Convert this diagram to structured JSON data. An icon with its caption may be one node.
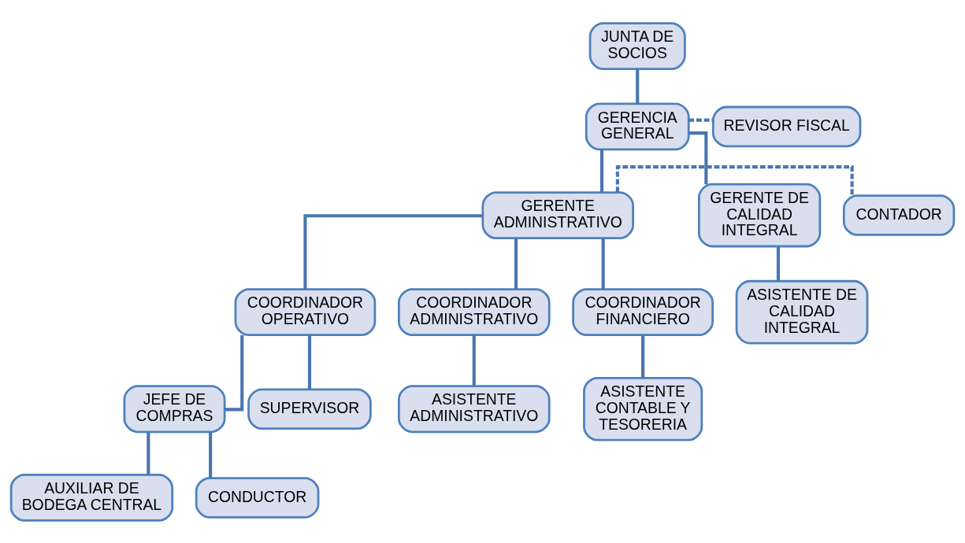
{
  "diagram": {
    "nodes": [
      {
        "text": [
          "JUNTA DE SOCIOS"
        ]
      },
      {
        "text": [
          "GERENCIA GENERAL"
        ]
      },
      {
        "text": [
          "REVISOR FISCAL"
        ]
      },
      {
        "text": [
          "GERENTE ADMINISTRATIVO"
        ]
      },
      {
        "text": [
          "GERENTE DE CALIDAD INTEGRAL"
        ]
      },
      {
        "text": [
          "CONTADOR"
        ]
      },
      {
        "text": [
          "COORDINADOR OPERATIVO"
        ]
      },
      {
        "text": [
          "COORDINADOR ADMINISTRATIVO"
        ]
      },
      {
        "text": [
          "COORDINADOR FINANCIERO"
        ]
      },
      {
        "text": [
          "ASISTENTE DE CALIDAD INTEGRAL"
        ]
      },
      {
        "text": [
          "JEFE DE COMPRAS"
        ]
      },
      {
        "text": [
          "SUPERVISOR"
        ]
      },
      {
        "text": [
          "ASISTENTE ADMINISTRATIVO"
        ]
      },
      {
        "text": [
          "ASISTENTE CONTABLE Y TESORERIA"
        ]
      },
      {
        "text": [
          "AUXILIAR DE BODEGA CENTRAL"
        ]
      },
      {
        "text": [
          "CONDUCTOR"
        ]
      }
    ],
    "edges": [
      {
        "from": 0,
        "to": 1,
        "arrow": "none"
      },
      {
        "from": 1,
        "to": 2,
        "arrow": "none",
        "style": "dashed"
      },
      {
        "from": 1,
        "to": 3,
        "arrow": "none"
      },
      {
        "from": 1,
        "to": 4,
        "arrow": "none"
      },
      {
        "from": 3,
        "to": 5,
        "arrow": "none",
        "style": "dashed"
      },
      {
        "from": 3,
        "to": 6,
        "arrow": "none"
      },
      {
        "from": 3,
        "to": 7,
        "arrow": "none"
      },
      {
        "from": 3,
        "to": 8,
        "arrow": "none"
      },
      {
        "from": 4,
        "to": 9,
        "arrow": "none"
      },
      {
        "from": 6,
        "to": 10,
        "arrow": "none"
      },
      {
        "from": 6,
        "to": 11,
        "arrow": "none"
      },
      {
        "from": 7,
        "to": 12,
        "arrow": "none"
      },
      {
        "from": 8,
        "to": 13,
        "arrow": "none"
      },
      {
        "from": 10,
        "to": 14,
        "arrow": "none"
      },
      {
        "from": 10,
        "to": 15,
        "arrow": "none"
      }
    ]
  }
}
